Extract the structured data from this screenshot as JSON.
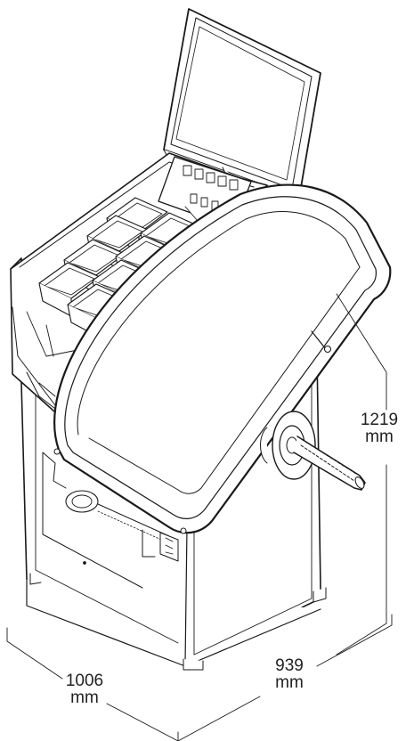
{
  "dimensions": {
    "height": {
      "value": "1219",
      "unit": "mm"
    },
    "width": {
      "value": "1006",
      "unit": "mm"
    },
    "depth": {
      "value": "939",
      "unit": "mm"
    }
  },
  "colors": {
    "line": "#1a1a1a",
    "background": "#ffffff",
    "fill": "#ffffff"
  }
}
